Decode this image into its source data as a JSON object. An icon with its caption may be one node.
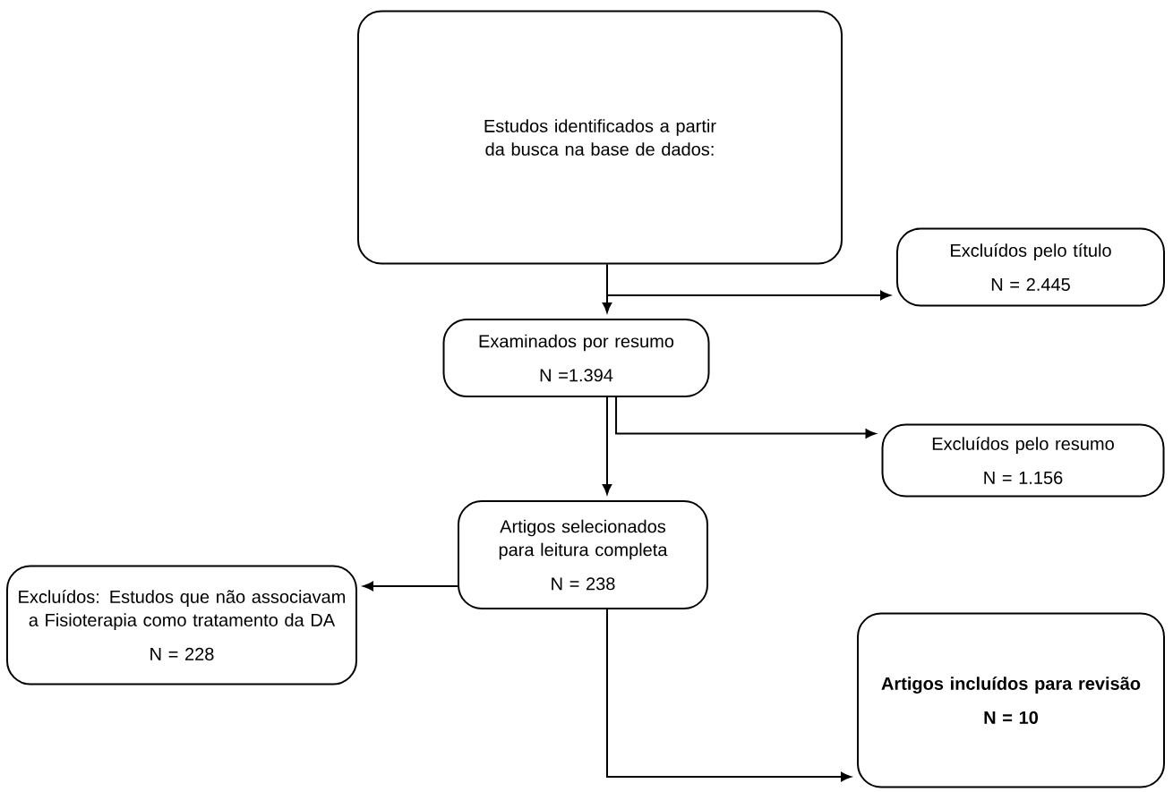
{
  "diagram": {
    "nodes": [
      {
        "text": [
          "Estudos identificados a partir da busca na base de dados:"
        ]
      },
      {
        "text": [
          "Excluídos pelo título",
          "N = 2.445"
        ]
      },
      {
        "text": [
          "Examinados por resumo",
          "N =1.394"
        ]
      },
      {
        "text": [
          "Excluídos pelo resumo",
          "N = 1.156"
        ]
      },
      {
        "text": [
          "Artigos selecionados para leitura completa",
          "N = 238"
        ]
      },
      {
        "text": [
          "Excluídos: Estudos que não associavam a Fisioterapia como tratamento da DA",
          "N = 228"
        ]
      },
      {
        "text": [
          "Artigos incluídos para revisão",
          "N = 10"
        ]
      }
    ],
    "edges": [
      {
        "from": 0,
        "to": 2,
        "arrow": "to"
      },
      {
        "from": 0,
        "to": 1,
        "arrow": "to"
      },
      {
        "from": 2,
        "to": 4,
        "arrow": "to"
      },
      {
        "from": 2,
        "to": 3,
        "arrow": "to"
      },
      {
        "from": 4,
        "to": 5,
        "arrow": "to"
      },
      {
        "from": 4,
        "to": 6,
        "arrow": "to"
      }
    ]
  }
}
